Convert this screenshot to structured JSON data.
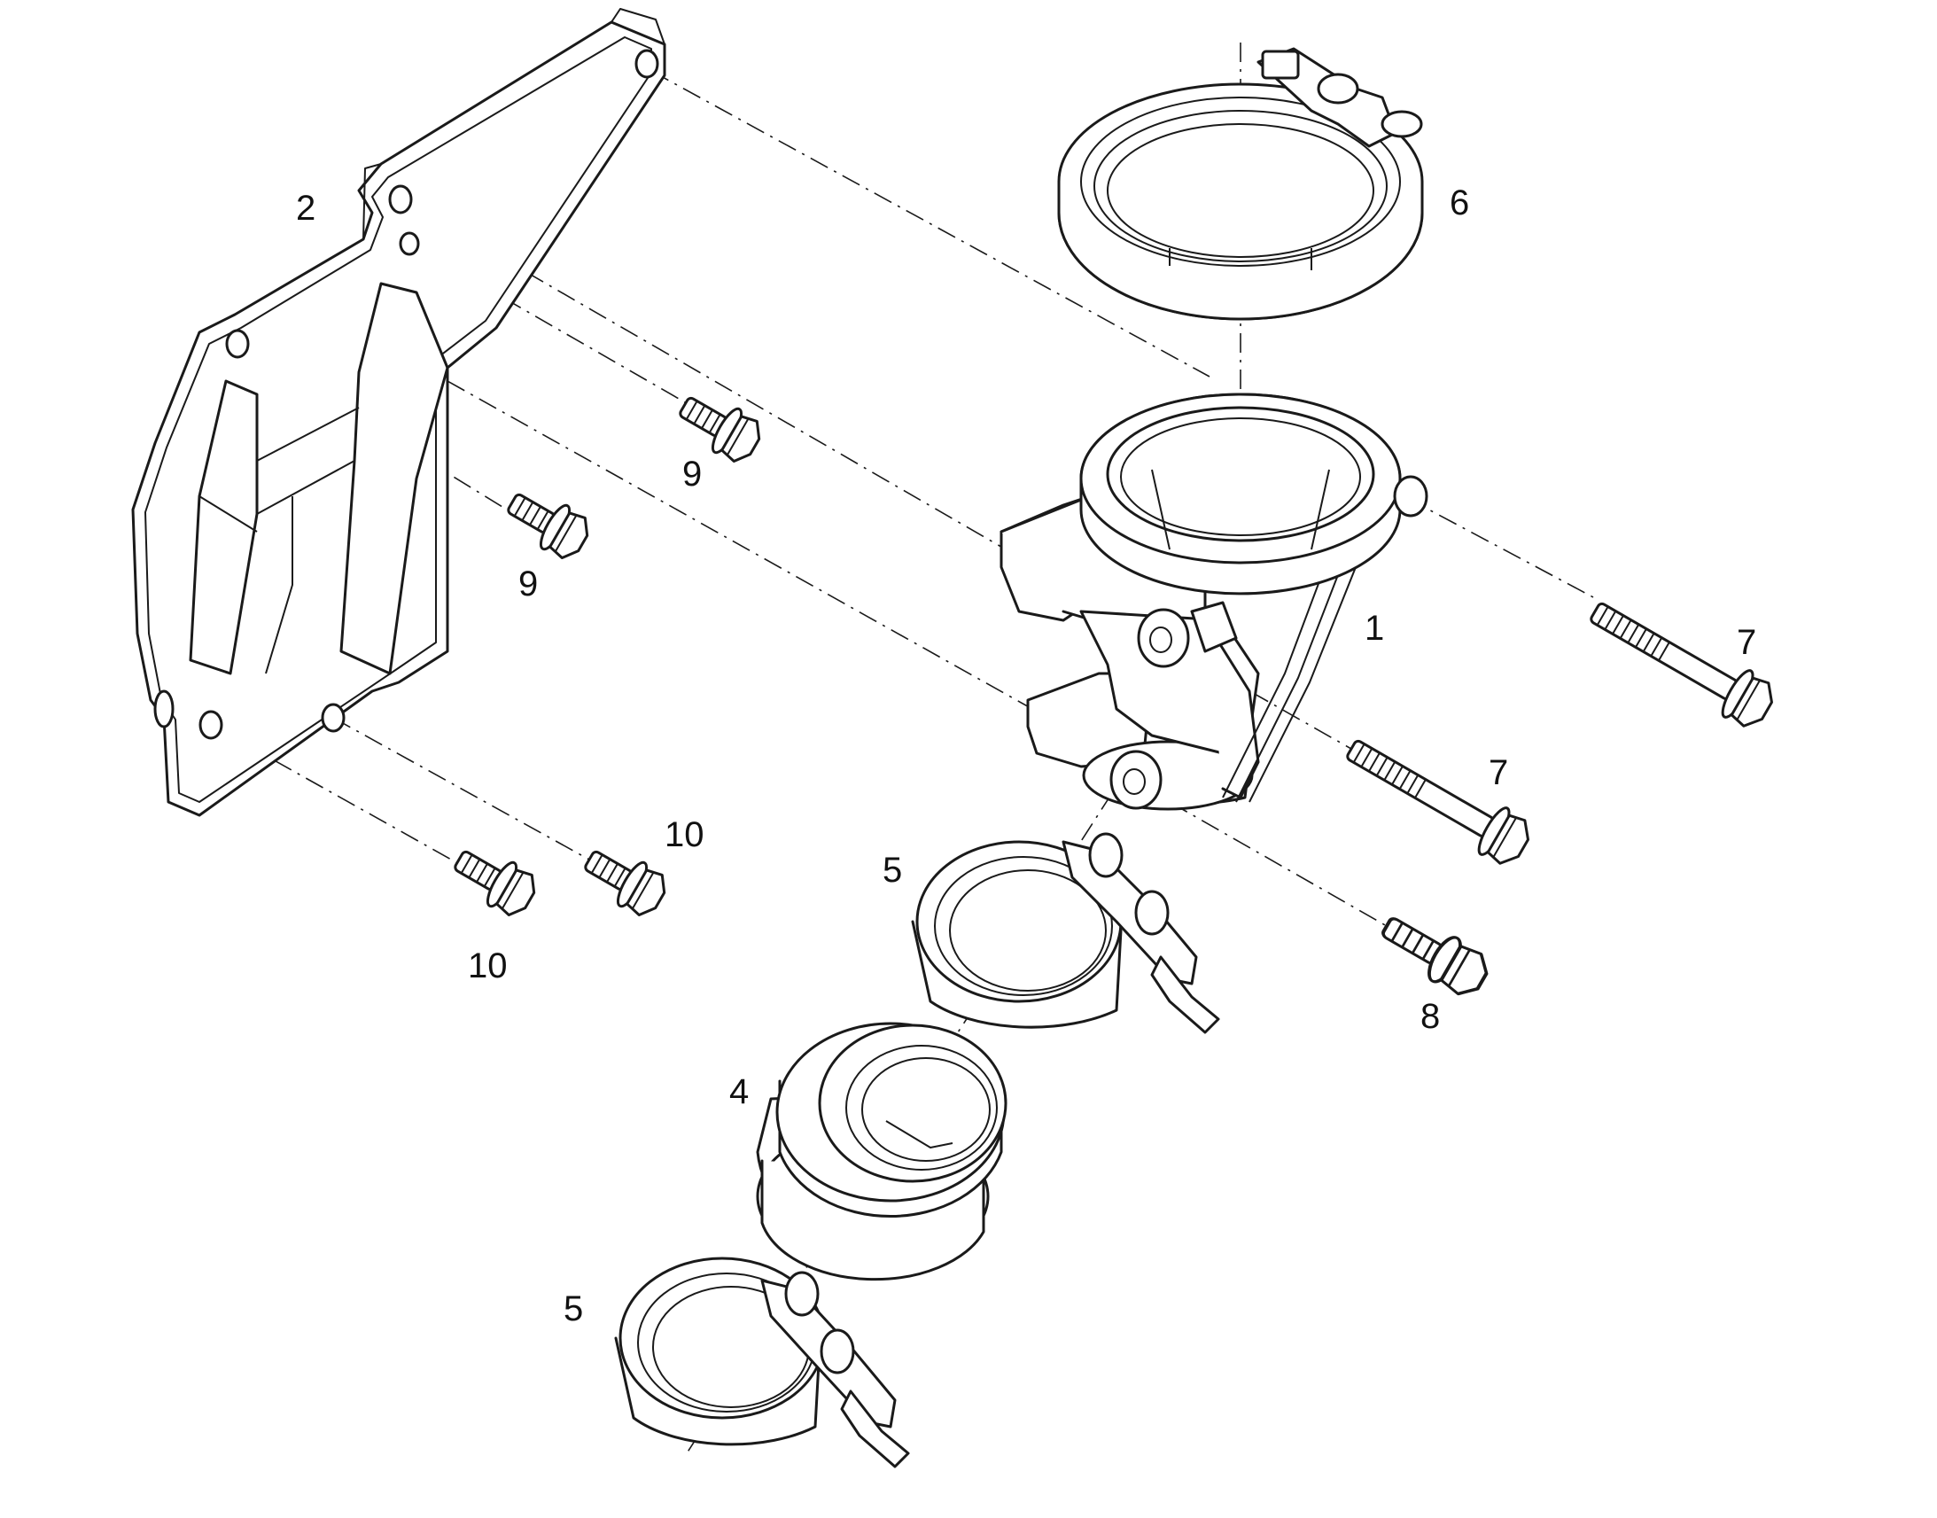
{
  "callouts": [
    {
      "id": "c1",
      "label": "1"
    },
    {
      "id": "c2",
      "label": "2"
    },
    {
      "id": "c4",
      "label": "4"
    },
    {
      "id": "c5a",
      "label": "5"
    },
    {
      "id": "c5b",
      "label": "5"
    },
    {
      "id": "c6",
      "label": "6"
    },
    {
      "id": "c7a",
      "label": "7"
    },
    {
      "id": "c7b",
      "label": "7"
    },
    {
      "id": "c8",
      "label": "8"
    },
    {
      "id": "c9a",
      "label": "9"
    },
    {
      "id": "c9b",
      "label": "9"
    },
    {
      "id": "c10a",
      "label": "10"
    },
    {
      "id": "c10b",
      "label": "10"
    }
  ],
  "colors": {
    "line": "#1a1a1a",
    "background": "#ffffff"
  }
}
